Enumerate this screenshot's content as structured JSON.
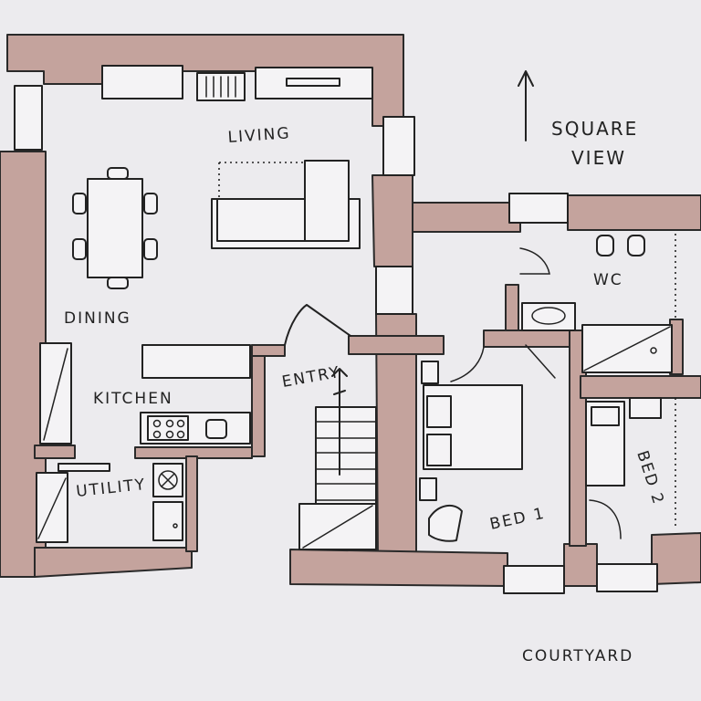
{
  "rooms": {
    "living": "LIVING",
    "dining": "DINING",
    "kitchen": "KITCHEN",
    "utility": "UTILITY",
    "entry": "ENTRY",
    "wc": "WC",
    "bed1": "BED 1",
    "bed2": "BED 2"
  },
  "outside": {
    "square_view_line1": "SQUARE",
    "square_view_line2": "VIEW",
    "courtyard": "COURTYARD"
  },
  "colors": {
    "wall_fill": "#c4a39d",
    "ink": "#222222",
    "paper": "#ecebee"
  }
}
